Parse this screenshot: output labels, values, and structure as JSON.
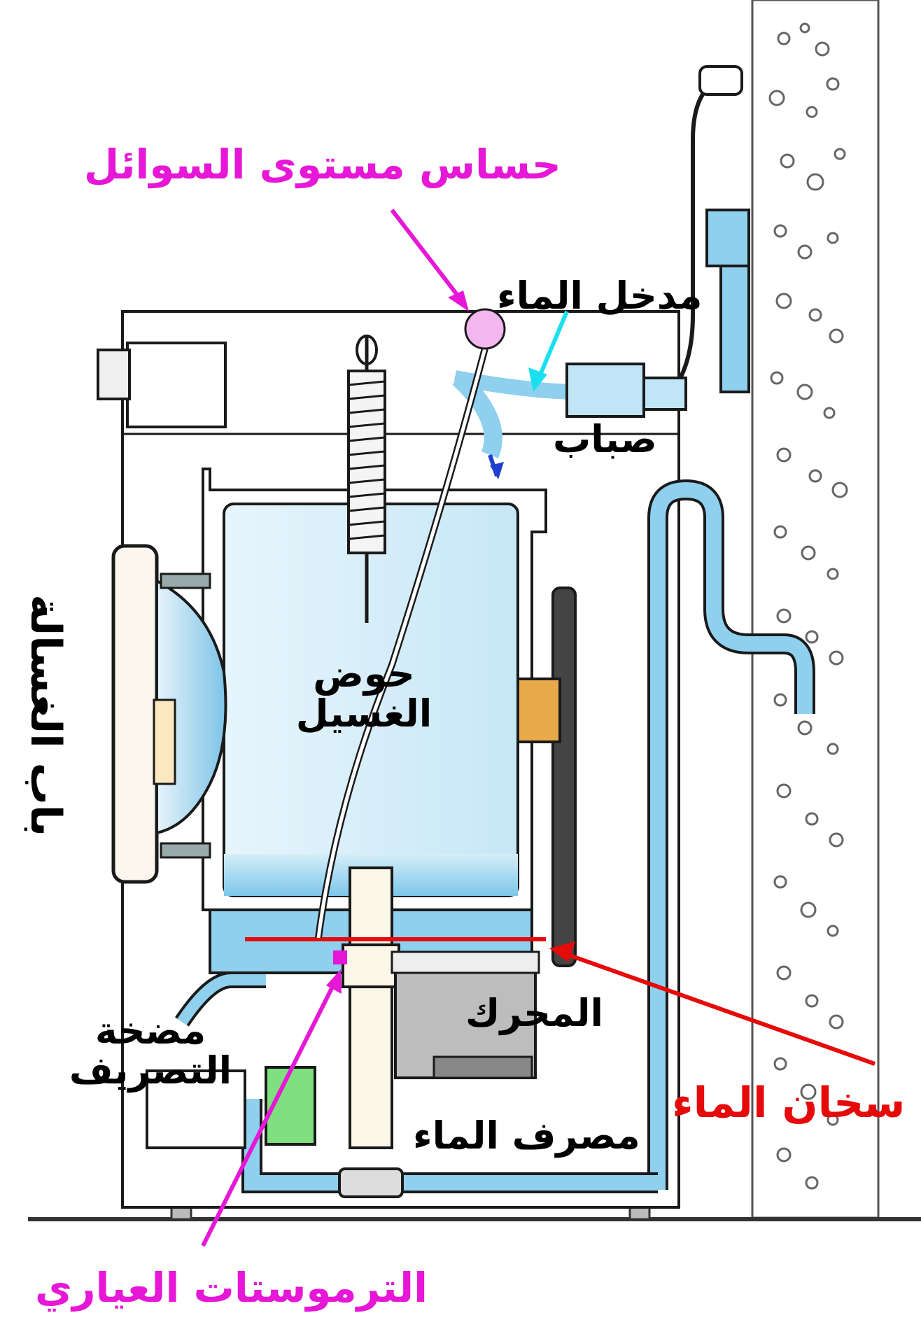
{
  "labels": {
    "level_sensor": "حساس مستوى السوائل",
    "water_inlet": "مدخل الماء",
    "spray": "صباب",
    "washing_tub_line1": "حوض",
    "washing_tub_line2": "الغسيل",
    "washer_door": "باب الغسالة",
    "motor": "المحرك",
    "drain_pump_line1": "مضخة",
    "drain_pump_line2": "التصريف",
    "water_drain": "مصرف الماء",
    "water_heater": "سخان الماء",
    "thermostats": "الترموستات العياري"
  },
  "colors": {
    "label_black": "#000000",
    "label_magenta": "#e617d6",
    "label_red": "#e60b0b",
    "arrow_cyan": "#19e0ee",
    "water_blue": "#8fd0ef",
    "machine_outline": "#1a1a1a"
  }
}
